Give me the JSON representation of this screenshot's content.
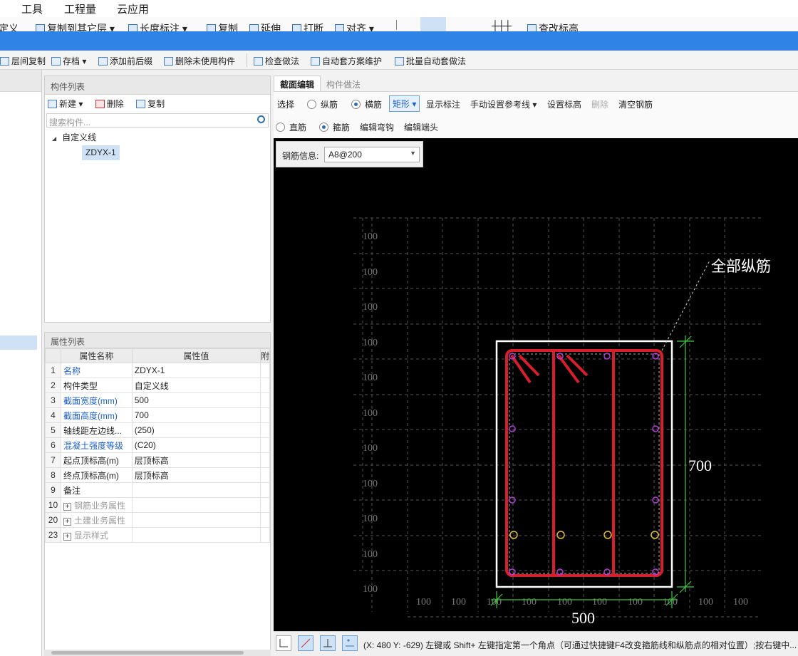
{
  "menu": [
    "工具",
    "工程量",
    "云应用"
  ],
  "ribbon": [
    "定义",
    "复制到其它层",
    "长度标注",
    "复制",
    "延伸",
    "打断",
    "对齐",
    "查改标高"
  ],
  "toolbar2": [
    "层间复制",
    "存档",
    "添加前后缀",
    "删除未使用构件",
    "检查做法",
    "自动套方案维护",
    "批量自动套做法"
  ],
  "component_list": {
    "title": "构件列表",
    "new_label": "新建",
    "delete_label": "删除",
    "copy_label": "复制",
    "search_placeholder": "搜索构件...",
    "tree_root": "自定义线",
    "tree_leaf": "ZDYX-1"
  },
  "property_list": {
    "title": "属性列表",
    "col_name": "属性名称",
    "col_value": "属性值",
    "col_extra": "附",
    "rows": [
      {
        "num": "1",
        "name": "名称",
        "value": "ZDYX-1"
      },
      {
        "num": "2",
        "name": "构件类型",
        "value": "自定义线"
      },
      {
        "num": "3",
        "name": "截面宽度(mm)",
        "value": "500"
      },
      {
        "num": "4",
        "name": "截面高度(mm)",
        "value": "700"
      },
      {
        "num": "5",
        "name": "轴线距左边线...",
        "value": "(250)"
      },
      {
        "num": "6",
        "name": "混凝土强度等级",
        "value": "(C20)"
      },
      {
        "num": "7",
        "name": "起点顶标高(m)",
        "value": "层顶标高"
      },
      {
        "num": "8",
        "name": "终点顶标高(m)",
        "value": "层顶标高"
      },
      {
        "num": "9",
        "name": "备注",
        "value": ""
      },
      {
        "num": "10",
        "name": "钢筋业务属性",
        "value": ""
      },
      {
        "num": "20",
        "name": "土建业务属性",
        "value": ""
      },
      {
        "num": "23",
        "name": "显示样式",
        "value": ""
      }
    ]
  },
  "editor": {
    "tab_active": "截面编辑",
    "tab_inactive": "构件做法",
    "row1": {
      "select": "选择",
      "longitudinal": "纵筋",
      "transverse": "横筋",
      "shape": "矩形",
      "show_label": "显示标注",
      "manual_ref": "手动设置参考线",
      "set_elev": "设置标高",
      "delete": "删除",
      "clear": "清空钢筋"
    },
    "row2": {
      "straight": "直筋",
      "stirrup": "箍筋",
      "edit_hook": "编辑弯钩",
      "edit_end": "编辑端头"
    },
    "rebar_info_label": "钢筋信息:",
    "rebar_info_value": "A8@200"
  },
  "drawing": {
    "callout": "全部纵筋",
    "dim_height": "700",
    "dim_width": "500",
    "grid_label": "100"
  },
  "status": {
    "text": "(X: 480 Y: -629)  左键或 Shift+ 左键指定第一个角点（可通过快捷键F4改变箍筋线和纵筋点的相对位置）;按右键中..."
  }
}
